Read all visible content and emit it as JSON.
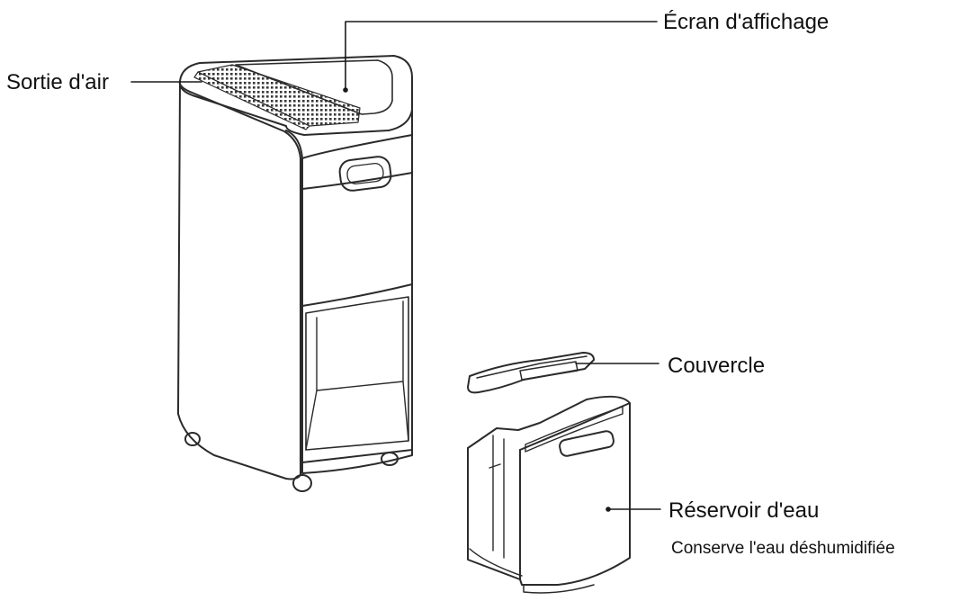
{
  "labels": {
    "display_screen": "Écran d'affichage",
    "air_outlet": "Sortie d'air",
    "lid": "Couvercle",
    "water_tank": "Réservoir d'eau",
    "water_tank_description": "Conserve l'eau déshumidifiée"
  }
}
